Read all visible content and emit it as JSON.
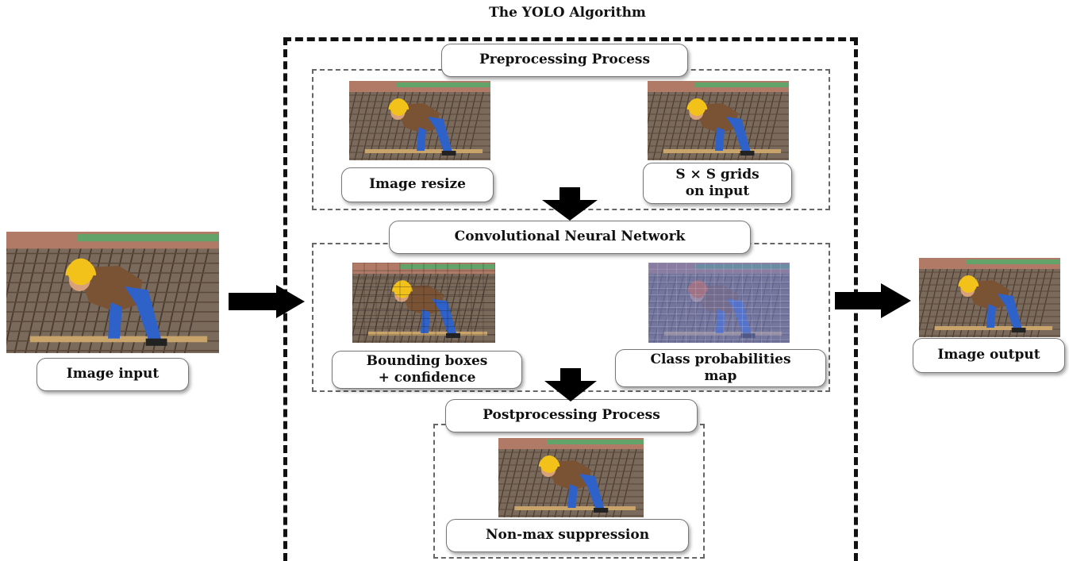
{
  "title": "The YOLO Algorithm",
  "sections": {
    "preprocessing": "Preprocessing Process",
    "cnn": "Convolutional Neural Network",
    "postprocessing": "Postprocessing Process"
  },
  "labels": {
    "image_input": "Image input",
    "image_resize": "Image resize",
    "grids_line1": "S × S grids",
    "grids_line2": "on input",
    "bbox_line1": "Bounding boxes",
    "bbox_line2": "+ confidence",
    "class_line1": "Class probabilities",
    "class_line2": "map",
    "nms": "Non-max suppression",
    "image_output": "Image output"
  },
  "icons": {
    "photo": "construction-worker-photo",
    "arrow": "block-arrow"
  },
  "colors": {
    "outer_border": "#111111",
    "inner_border": "#666666",
    "arrow": "#000000",
    "helmet": "#f2c21a",
    "class_map_tint": "#6f7fc9"
  }
}
